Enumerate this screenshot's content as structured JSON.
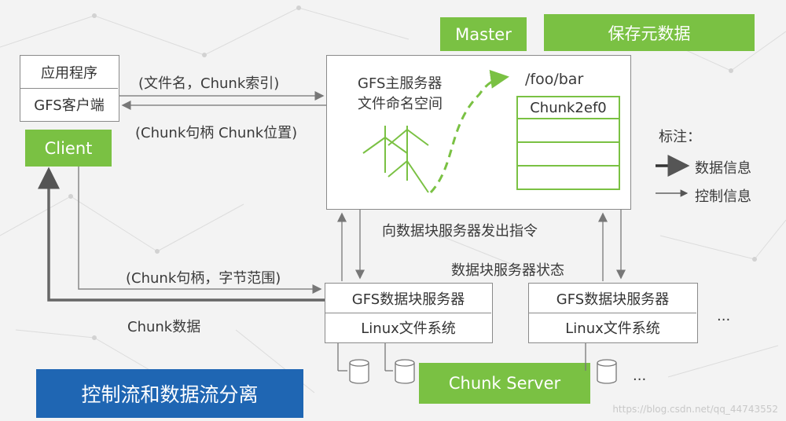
{
  "client": {
    "app_label": "应用程序",
    "gfs_client_label": "GFS客户端",
    "tag": "Client"
  },
  "master": {
    "tag": "Master",
    "save_meta_tag": "保存元数据",
    "title_line1": "GFS主服务器",
    "title_line2": "文件命名空间",
    "path": "/foo/bar",
    "chunk_rows": [
      "Chunk2ef0",
      "",
      "",
      ""
    ]
  },
  "arrows": {
    "request": "(文件名，Chunk索引)",
    "response": "(Chunk句柄 Chunk位置)",
    "instruction": "向数据块服务器发出指令",
    "status": "数据块服务器状态",
    "data_request": "(Chunk句柄，字节范围)",
    "data": "Chunk数据"
  },
  "legend": {
    "title": "标注：",
    "data_info": "数据信息",
    "control_info": "控制信息"
  },
  "chunkservers": [
    {
      "server_label": "GFS数据块服务器",
      "fs_label": "Linux文件系统"
    },
    {
      "server_label": "GFS数据块服务器",
      "fs_label": "Linux文件系统"
    }
  ],
  "ellipsis": [
    "...",
    "..."
  ],
  "chunkserver_tag": "Chunk Server",
  "footer_tag": "控制流和数据流分离",
  "watermark": "https://blog.csdn.net/qq_44743552",
  "colors": {
    "green": "#7ac143",
    "blue": "#1f66b3",
    "dark_arrow": "#555555"
  }
}
